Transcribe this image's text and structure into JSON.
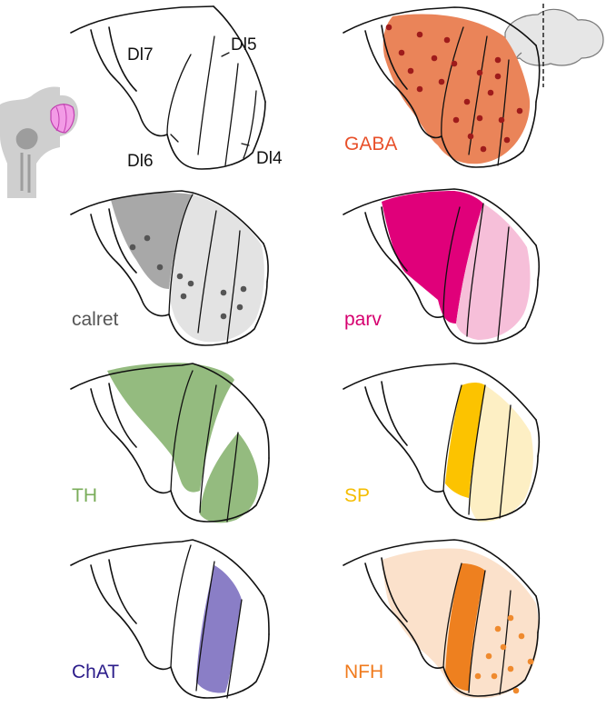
{
  "subregions": {
    "dl7": "Dl7",
    "dl5": "Dl5",
    "dl6": "Dl6",
    "dl4": "Dl4"
  },
  "panels": [
    {
      "label": "GABA",
      "color": "#e8502a"
    },
    {
      "label": "calret",
      "color": "#555555"
    },
    {
      "label": "parv",
      "color": "#d6006f"
    },
    {
      "label": "TH",
      "color": "#7aad5a"
    },
    {
      "label": "SP",
      "color": "#f5bd00"
    },
    {
      "label": "ChAT",
      "color": "#2b1c8a"
    },
    {
      "label": "NFH",
      "color": "#f07a1c"
    }
  ],
  "colors": {
    "gaba_fill": "#ea8459",
    "gaba_dot": "#9e1b1b",
    "calret_dark": "#a8a8a8",
    "calret_light": "#e3e3e3",
    "calret_dot": "#555555",
    "parv_dark": "#e0007a",
    "parv_light": "#f6bfd9",
    "th_fill": "#94bb7f",
    "sp_dark": "#fcc300",
    "sp_light": "#fdefc4",
    "chat_fill": "#8a7ec6",
    "nfh_light": "#fbe1cb",
    "nfh_dark": "#ee801f",
    "nfh_dot": "#ef8a2e",
    "brain_gray": "#c8c8c8",
    "highlight": "#f08fdf"
  },
  "icons": [
    "coronal-section-icon",
    "sagittal-brain-icon"
  ]
}
